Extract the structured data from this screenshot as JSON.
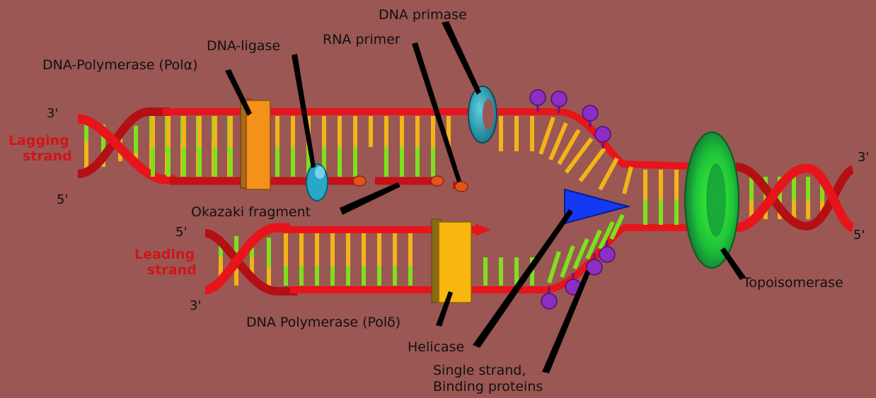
{
  "labels": {
    "dna_primase": "DNA primase",
    "rna_primer": "RNA primer",
    "dna_ligase": "DNA-ligase",
    "dna_polymerase_alpha": "DNA-Polymerase (Polα)",
    "okazaki_fragment": "Okazaki fragment",
    "dna_polymerase_delta": "DNA Polymerase (Polδ)",
    "helicase": "Helicase",
    "ssb_line1": "Single strand,",
    "ssb_line2": "Binding proteins",
    "topoisomerase": "Topoisomerase",
    "lagging_line1": "Lagging",
    "lagging_line2": "strand",
    "leading_line1": "Leading",
    "leading_line2": "strand"
  },
  "ends": {
    "lagging_top": "3'",
    "lagging_bottom": "5'",
    "leading_top": "5'",
    "leading_bottom": "3'",
    "right_top": "3'",
    "right_bottom": "5'"
  },
  "colors": {
    "background": "#9b5753",
    "backbone": "#e8141b",
    "base_green": "#7ee01e",
    "base_yellow": "#f2b418",
    "polymerase_alpha": "#f39118",
    "polymerase_delta": "#f8b60e",
    "primase": "#1b93a8",
    "ligase": "#2aa6c8",
    "primer": "#e2541a",
    "helicase": "#1538f2",
    "ssb": "#8a2ec4",
    "topoisomerase": "#1db83c",
    "strand_label": "#d0151a"
  }
}
